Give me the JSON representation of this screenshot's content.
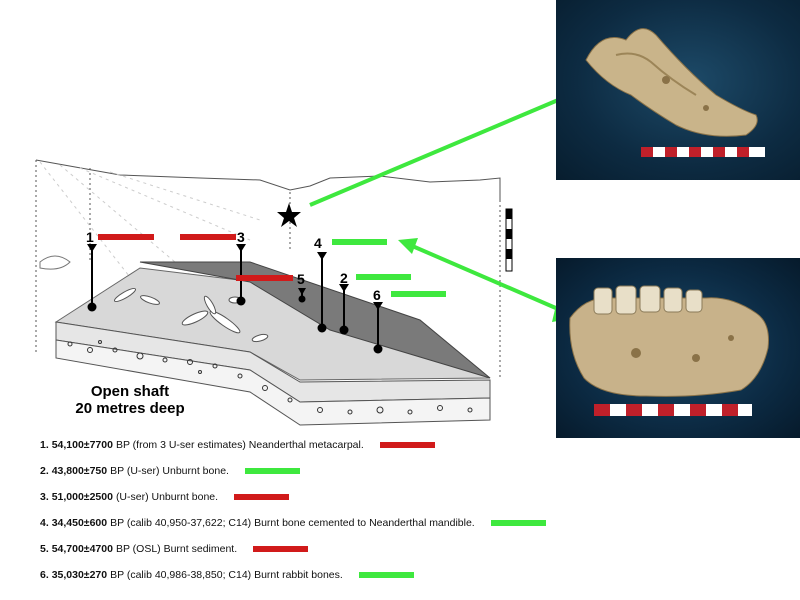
{
  "colors": {
    "red": "#d11a1a",
    "green": "#3ee83e",
    "photo_bg": "#0c2a40"
  },
  "section": {
    "caption_line1": "Open shaft",
    "caption_line2": "20 metres deep",
    "markers": [
      {
        "num": "1",
        "bar_color": "red"
      },
      {
        "num": "2",
        "bar_color": "green"
      },
      {
        "num": "3",
        "bar_color": "red"
      },
      {
        "num": "4",
        "bar_color": "green"
      },
      {
        "num": "5",
        "bar_color": "red"
      },
      {
        "num": "6",
        "bar_color": "green"
      }
    ],
    "find_spot_icon": "star-icon",
    "scale_icon": "scale-bar-icon"
  },
  "photos": [
    {
      "subject": "neanderthal-mandible-fragment"
    },
    {
      "subject": "neanderthal-mandible-with-teeth"
    }
  ],
  "legend": [
    {
      "num": "1.",
      "date": "54,100±7700",
      "text": "BP (from 3 U-ser estimates) Neanderthal  metacarpal.",
      "color": "red"
    },
    {
      "num": "2.",
      "date": "43,800±750",
      "text": "BP (U-ser) Unburnt  bone.",
      "color": "green"
    },
    {
      "num": "3.",
      "date": "51,000±2500",
      "text": "(U-ser) Unburnt  bone.",
      "color": "red"
    },
    {
      "num": "4.",
      "date": "34,450±600",
      "text": "BP (calib 40,950-37,622; C14) Burnt bone cemented to Neanderthal mandible.",
      "color": "green"
    },
    {
      "num": "5.",
      "date": "54,700±4700",
      "text": "BP (OSL) Burnt sediment.",
      "color": "red"
    },
    {
      "num": "6.",
      "date": "35,030±270",
      "text": "BP (calib 40,986-38,850; C14) Burnt rabbit bones.",
      "color": "green"
    }
  ]
}
